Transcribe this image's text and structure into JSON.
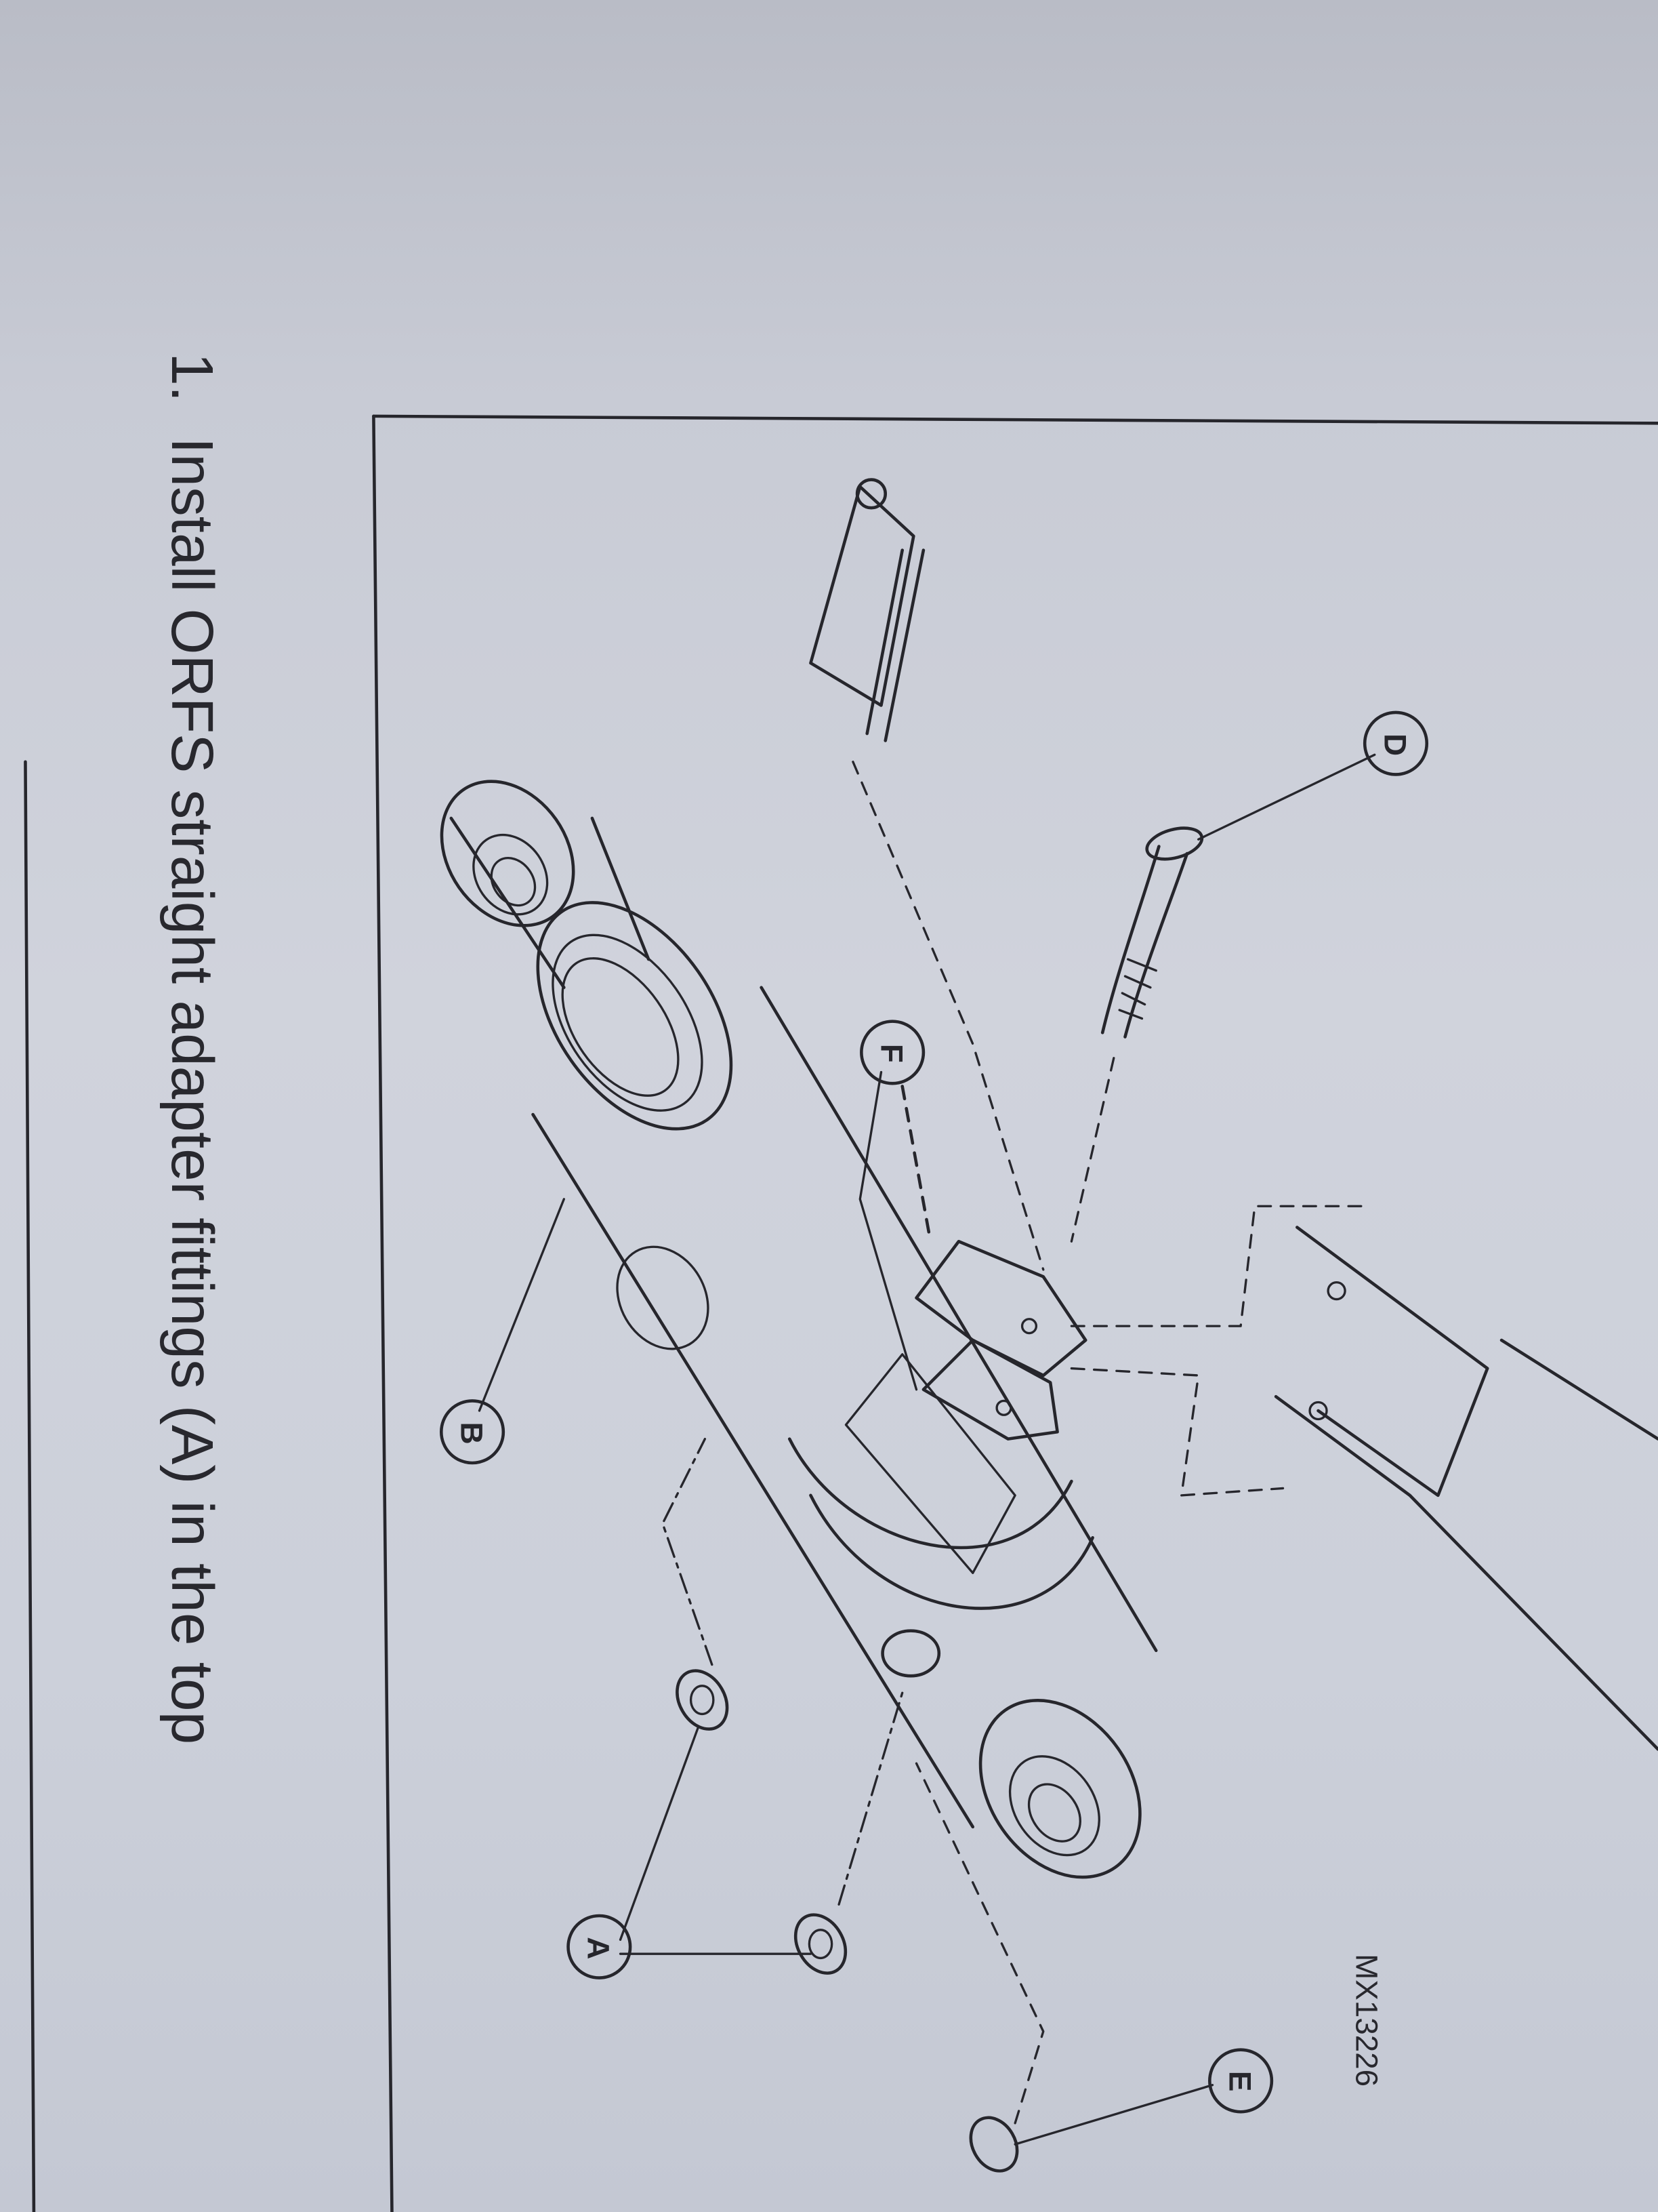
{
  "instruction": {
    "step_number": "1.",
    "text": "Install ORFS straight adapter fittings (A) in the top"
  },
  "figure": {
    "code": "MX13226",
    "callouts": [
      "A",
      "B",
      "D",
      "E",
      "F"
    ]
  },
  "colors": {
    "paper": "#cdd0da",
    "ink": "#26262c"
  }
}
